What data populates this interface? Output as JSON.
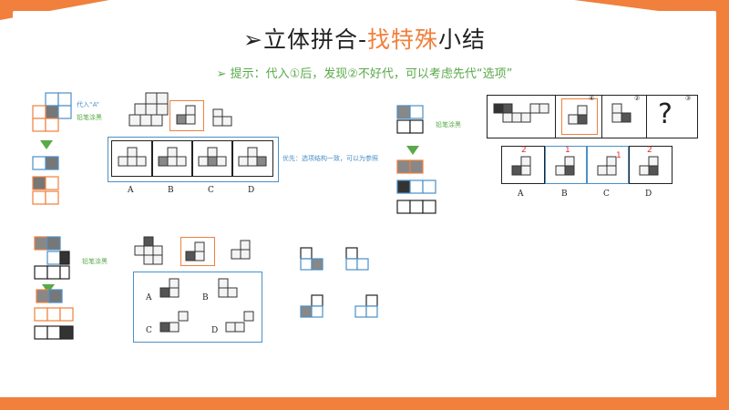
{
  "title": {
    "prefix": "立体拼合-",
    "highlight": "找特殊",
    "suffix": "小结",
    "bullet": "➢"
  },
  "hint": {
    "text": "➢  提示：代入①后，发现②不好代，可以考虑先代“选项”"
  },
  "labels": {
    "dairu_a": "代入“A”",
    "qianbi_1": "铅笔涂黑",
    "qianbi_2": "铅笔涂黑",
    "qianbi_3": "铅笔涂黑",
    "youxian": "优先：选项结构一致，可以为参照"
  },
  "mid_options": [
    "A",
    "B",
    "C",
    "D"
  ],
  "right_options": [
    "A",
    "B",
    "C",
    "D"
  ],
  "right_counts": [
    "2",
    "1",
    "1",
    "2"
  ],
  "lower_options": [
    "A",
    "B",
    "C",
    "D"
  ],
  "marks": {
    "q": "?",
    "n4": "④",
    "n2": "②",
    "n3": "③"
  },
  "colors": {
    "accent": "#f0803c",
    "blue": "#4a90c8",
    "green": "#5aa94a",
    "red": "#e03030"
  }
}
